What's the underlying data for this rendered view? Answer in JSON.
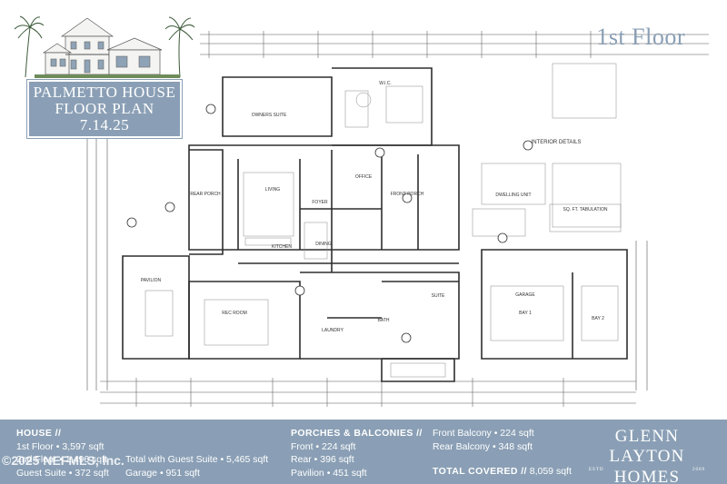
{
  "title": {
    "line1": "PALMETTO HOUSE",
    "line2": "FLOOR PLAN",
    "line3": "7.14.25"
  },
  "floor_label": "1st Floor",
  "blueprint": {
    "rooms": {
      "owners_suite": "OWNERS SUITE",
      "wic": "W.I.C.",
      "living": "LIVING",
      "kitchen": "KITCHEN",
      "dining": "DINING",
      "foyer": "FOYER",
      "office": "OFFICE",
      "rear_porch": "REAR PORCH",
      "front_porch": "FRONT PORCH",
      "pavilion": "PAVILION",
      "rec_room": "REC ROOM",
      "suite": "SUITE",
      "garage": "GARAGE",
      "bay_1": "BAY 1",
      "bay_2": "BAY 2",
      "laundry": "LAUNDRY",
      "bath": "BATH"
    },
    "interior_details": "INTERIOR DETAILS",
    "dwelling_unit": "DWELLING UNIT",
    "sqft_tabulation": "SQ. FT. TABULATION"
  },
  "info": {
    "house_heading": "HOUSE //",
    "house_lines": [
      "1st Floor • 3,597 sqft",
      "2nd Floor • 1,496 sqft",
      "Guest Suite • 372 sqft"
    ],
    "house_lines2": [
      "Total with Guest Suite • 5,465 sqft",
      "Garage • 951 sqft"
    ],
    "porch_heading": "PORCHES & BALCONIES //",
    "porch_lines": [
      "Front • 224 sqft",
      "Rear • 396 sqft",
      "Pavilion • 451 sqft"
    ],
    "balcony_lines": [
      "Front Balcony • 224 sqft",
      "Rear Balcony • 348 sqft"
    ],
    "total_label": "TOTAL COVERED //",
    "total_value": "8,059 sqft",
    "brand_line1": "GLENN LAYTON",
    "brand_line2": "HOMES",
    "brand_estd": "ESTD",
    "brand_year": "2009"
  },
  "watermark": "©2025 NEFMLS, Inc.",
  "colors": {
    "accent": "#8a9fb5",
    "linework": "#333333",
    "background": "#ffffff"
  }
}
